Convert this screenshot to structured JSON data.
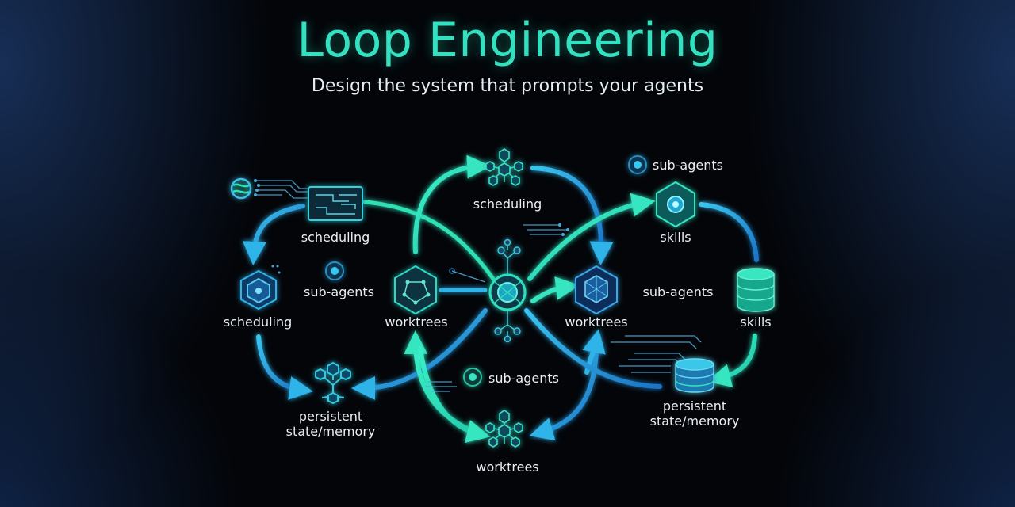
{
  "title": "Loop Engineering",
  "subtitle": "Design the system that prompts your agents",
  "colors": {
    "teal": "#2fe0b4",
    "cyan": "#2fb8e6",
    "blue": "#1f78c8",
    "text": "#e8eef4"
  },
  "nodes": {
    "left_top": {
      "label": "scheduling",
      "icon": "circuit-board-icon"
    },
    "left_mid_note": {
      "label": "sub-agents",
      "icon": "dot-icon"
    },
    "left_mid": {
      "label": "scheduling",
      "icon": "hexagon-chip-icon"
    },
    "left_bottom": {
      "line1": "persistent",
      "line2": "state/memory",
      "icon": "network-tree-icon"
    },
    "center_left": {
      "label": "worktrees",
      "icon": "hexagon-network-icon"
    },
    "top_center": {
      "label": "scheduling",
      "icon": "network-hub-icon"
    },
    "center_note": {
      "label": "sub-agents",
      "icon": "dot-icon"
    },
    "bottom_center": {
      "label": "worktrees",
      "icon": "network-hub-icon"
    },
    "center_hub": {
      "icon": "central-agent-hub-icon"
    },
    "center_right": {
      "label": "worktrees",
      "icon": "hexagon-cube-icon"
    },
    "right_top_note": {
      "label": "sub-agents",
      "icon": "dot-icon"
    },
    "right_top": {
      "label": "skills",
      "icon": "hexagon-core-icon"
    },
    "right_mid_note": {
      "label": "sub-agents"
    },
    "right_db": {
      "label": "skills",
      "icon": "database-stack-icon"
    },
    "right_bottom": {
      "line1": "persistent",
      "line2": "state/memory",
      "icon": "database-stack-icon"
    }
  }
}
